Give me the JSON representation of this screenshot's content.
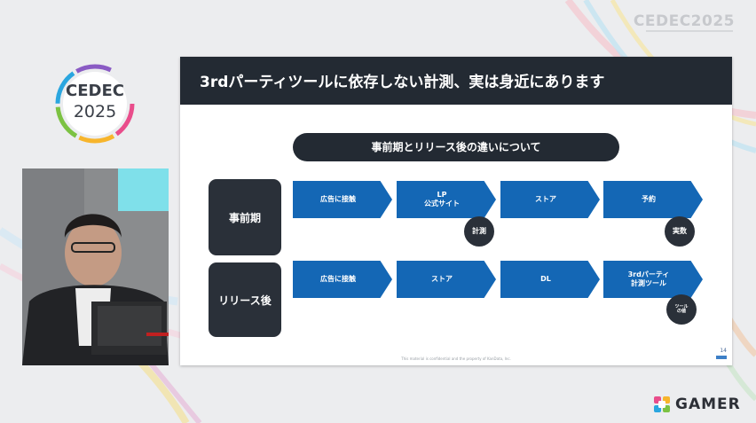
{
  "event_logo": {
    "top_right": "CEDEC2025",
    "line1": "CEDEC",
    "line2": "2025"
  },
  "slide": {
    "title": "3rdパーティツールに依存しない計測、実は身近にあります",
    "subtitle": "事前期とリリース後の違いについて",
    "rows": [
      {
        "label": "事前期",
        "steps": [
          "広告に接触",
          "LP\n公式サイト",
          "ストア",
          "予約"
        ],
        "badges": [
          "計測",
          "実数"
        ]
      },
      {
        "label": "リリース後",
        "steps": [
          "広告に接触",
          "ストア",
          "DL",
          "3rdパーティ\n計測ツール"
        ],
        "badges": [
          "ツール\nの値"
        ]
      }
    ],
    "footer_note": "This material is confidential and the property of KanData, Inc.",
    "page_number": "14"
  },
  "watermark": {
    "brand": "GAMER"
  },
  "colors": {
    "header": "#232a33",
    "arrow": "#1467b5",
    "badge": "#2a3039"
  }
}
